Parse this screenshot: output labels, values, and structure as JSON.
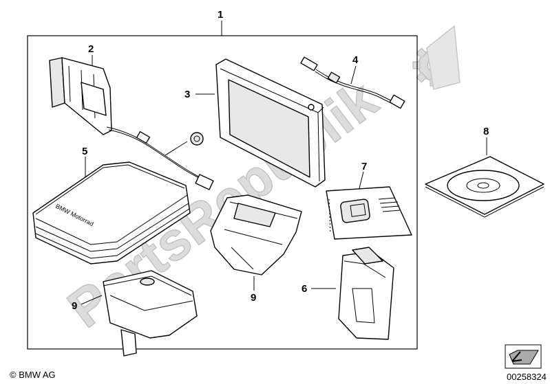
{
  "diagram": {
    "callouts": [
      {
        "id": "1",
        "text": "1"
      },
      {
        "id": "2",
        "text": "2"
      },
      {
        "id": "3",
        "text": "3"
      },
      {
        "id": "4",
        "text": "4"
      },
      {
        "id": "5",
        "text": "5"
      },
      {
        "id": "6",
        "text": "6"
      },
      {
        "id": "7",
        "text": "7"
      },
      {
        "id": "8",
        "text": "8"
      },
      {
        "id": "9a",
        "text": "9"
      },
      {
        "id": "9b",
        "text": "9"
      }
    ],
    "manual_label": "BMW Motorrad",
    "watermark": "PartsRepublik",
    "copyright": "© BMW AG",
    "drawing_number": "00258324"
  },
  "icons": [
    "gear-icon",
    "arrow-icon"
  ]
}
